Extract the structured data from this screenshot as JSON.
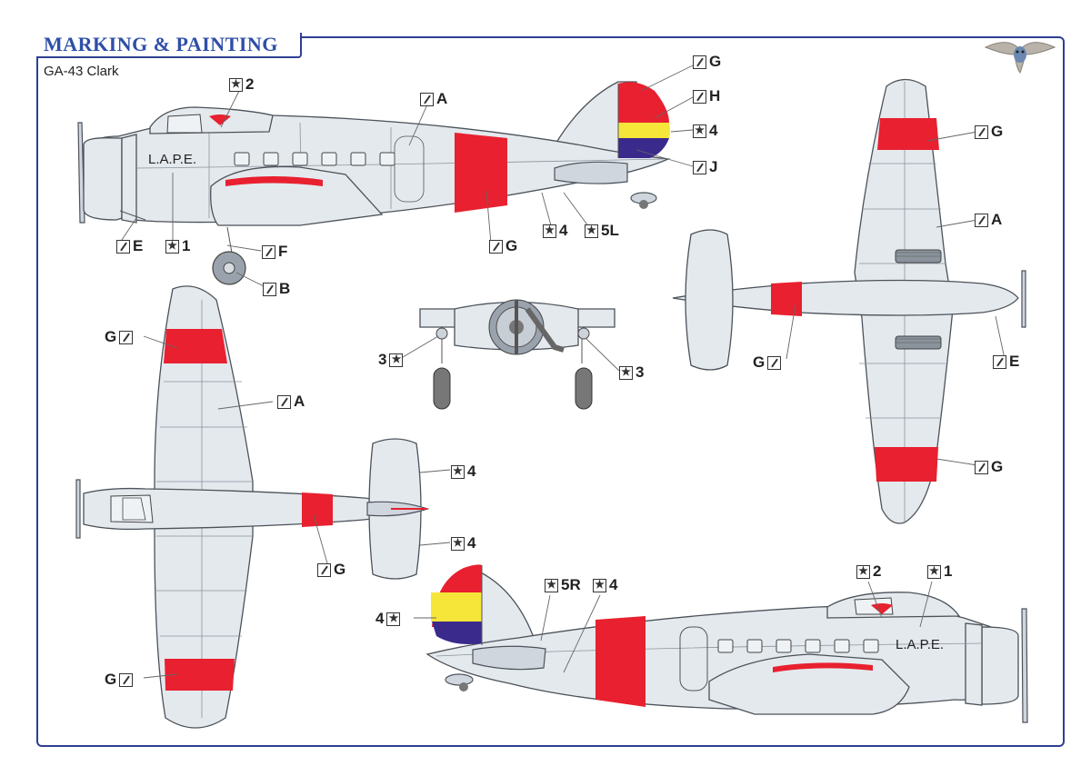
{
  "header": {
    "title": "MARKING & PAINTING",
    "subtitle": "GA-43 Clark"
  },
  "logo": {
    "icon": "owl-logo-icon"
  },
  "aircraft_text": {
    "side_port_registration": "L.A.P.E.",
    "side_starboard_registration": "L.A.P.E."
  },
  "colors": {
    "frame": "#2e3f92",
    "title": "#2e4fa8",
    "fuselage": "#e4e9ee",
    "outline": "#4b5259",
    "red": "#e8202f",
    "yellow": "#f6e63a",
    "purple": "#3a2a8c"
  },
  "callouts": {
    "left_side": [
      {
        "icon": "decal",
        "text": "2"
      },
      {
        "icon": "brush",
        "text": "A"
      },
      {
        "icon": "brush",
        "text": "E"
      },
      {
        "icon": "decal",
        "text": "1"
      },
      {
        "icon": "brush",
        "text": "F"
      },
      {
        "icon": "brush",
        "text": "B"
      },
      {
        "icon": "brush",
        "text": "G"
      },
      {
        "icon": "decal",
        "text": "4"
      },
      {
        "icon": "decal",
        "text": "5L"
      }
    ],
    "tail": [
      {
        "icon": "brush",
        "text": "G"
      },
      {
        "icon": "brush",
        "text": "H"
      },
      {
        "icon": "decal",
        "text": "4"
      },
      {
        "icon": "brush",
        "text": "J"
      }
    ],
    "bottom_view": [
      {
        "icon": "brush",
        "text": "G"
      },
      {
        "icon": "brush",
        "text": "A"
      },
      {
        "icon": "brush",
        "text": "G"
      },
      {
        "icon": "brush",
        "text": "E"
      },
      {
        "icon": "brush",
        "text": "G"
      }
    ],
    "front_view": [
      {
        "icon": "decal",
        "text": "3"
      },
      {
        "icon": "decal",
        "text": "3"
      }
    ],
    "top_view": [
      {
        "icon": "brush",
        "text": "G"
      },
      {
        "icon": "brush",
        "text": "A"
      },
      {
        "icon": "decal",
        "text": "4"
      },
      {
        "icon": "decal",
        "text": "4"
      },
      {
        "icon": "brush",
        "text": "G"
      },
      {
        "icon": "brush",
        "text": "G"
      }
    ],
    "right_side": [
      {
        "icon": "decal",
        "text": "4"
      },
      {
        "icon": "decal",
        "text": "5R"
      },
      {
        "icon": "decal",
        "text": "4"
      },
      {
        "icon": "decal",
        "text": "2"
      },
      {
        "icon": "decal",
        "text": "1"
      }
    ]
  }
}
